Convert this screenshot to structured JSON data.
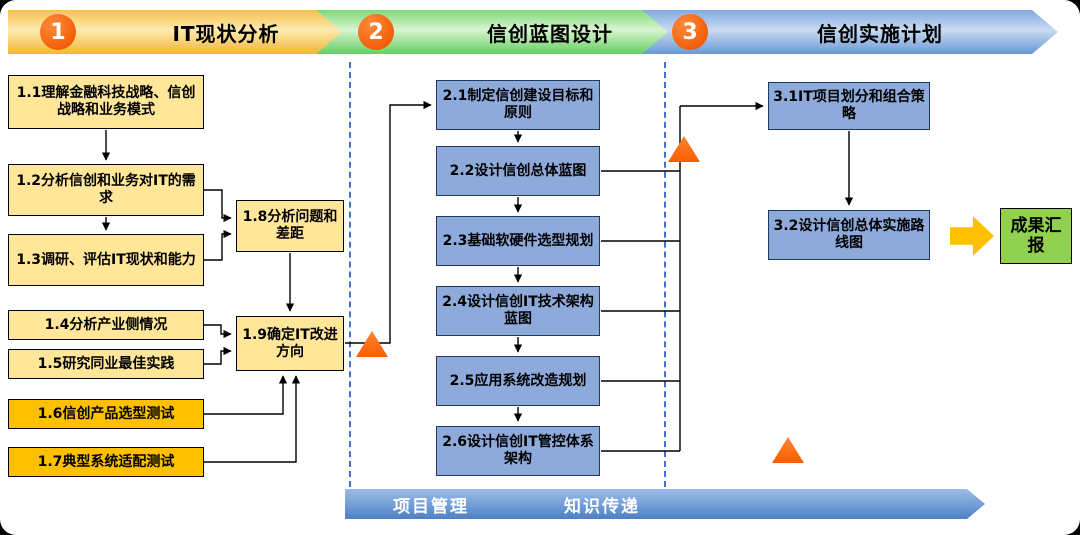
{
  "colors": {
    "phase1_banner": "#F6C24A",
    "phase2_banner": "#7FD97A",
    "phase3_banner": "#83A9DD",
    "circle_orange": "#F25C05",
    "yellow_box": "#FFE699",
    "gold_box": "#FFC000",
    "blue_box": "#8EAADB",
    "blue_box_border": "#1F3864",
    "green_result_box": "#92D050",
    "triangle_orange": "#F95E03",
    "dashed_separator": "#4472C4",
    "bottom_banner_blue": "#6D9AD5"
  },
  "phases": [
    {
      "number": "1",
      "title": "IT现状分析"
    },
    {
      "number": "2",
      "title": "信创蓝图设计"
    },
    {
      "number": "3",
      "title": "信创实施计划"
    }
  ],
  "stage1": {
    "b11": "1.1理解金融科技战略、信创战略和业务模式",
    "b12": "1.2分析信创和业务对IT的需求",
    "b13": "1.3调研、评估IT现状和能力",
    "b14": "1.4分析产业侧情况",
    "b15": "1.5研究同业最佳实践",
    "b16": "1.6信创产品选型测试",
    "b17": "1.7典型系统适配测试",
    "b18": "1.8分析问题和差距",
    "b19": "1.9确定IT改进方向"
  },
  "stage2": {
    "b21": "2.1制定信创建设目标和原则",
    "b22": "2.2设计信创总体蓝图",
    "b23": "2.3基础软硬件选型规划",
    "b24": "2.4设计信创IT技术架构蓝图",
    "b25": "2.5应用系统改造规划",
    "b26": "2.6设计信创IT管控体系架构"
  },
  "stage3": {
    "b31": "3.1IT项目划分和组合策略",
    "b32": "3.2设计信创总体实施路线图"
  },
  "result_box": "成果汇报",
  "bottom_banner": {
    "item1": "项目管理",
    "item2": "知识传递"
  }
}
